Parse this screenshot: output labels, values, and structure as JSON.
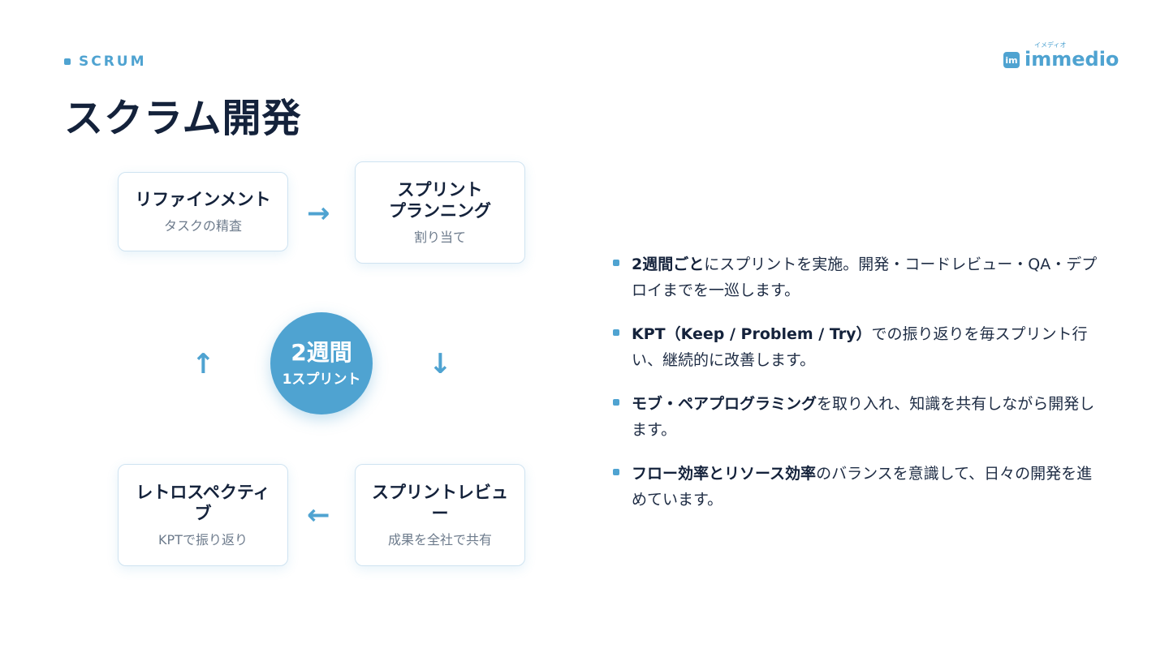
{
  "header": {
    "eyebrow": "SCRUM",
    "title": "スクラム開発"
  },
  "logo": {
    "mark": "im",
    "word": "immedio",
    "kana": "イメディオ"
  },
  "cycle": {
    "center_main": "2週間",
    "center_sub": "1スプリント",
    "steps": [
      {
        "title": "リファインメント",
        "subtitle": "タスクの精査"
      },
      {
        "title": "スプリント\nプランニング",
        "subtitle": "割り当て"
      },
      {
        "title": "スプリントレビュ\nー",
        "subtitle": "成果を全社で共有"
      },
      {
        "title": "レトロスペクティ\nブ",
        "subtitle": "KPTで振り返り"
      }
    ],
    "arrows": {
      "right": "→",
      "down": "↓",
      "left": "←",
      "up": "↑"
    }
  },
  "bullets": [
    {
      "bold": "2週間ごと",
      "rest": "にスプリントを実施。開発・コードレビュー・QA・デプロイまでを一巡します。"
    },
    {
      "bold": "KPT（Keep / Problem / Try）",
      "rest": "での振り返りを毎スプリント行い、継続的に改善します。"
    },
    {
      "bold": "モブ・ペアプログラミング",
      "rest": "を取り入れ、知識を共有しながら開発します。"
    },
    {
      "bold": "フロー効率とリソース効率",
      "rest": "のバランスを意識して、日々の開発を進めています。"
    }
  ],
  "colors": {
    "accent": "#4fa3d1",
    "title": "#14223b",
    "muted": "#6d7b8c"
  }
}
